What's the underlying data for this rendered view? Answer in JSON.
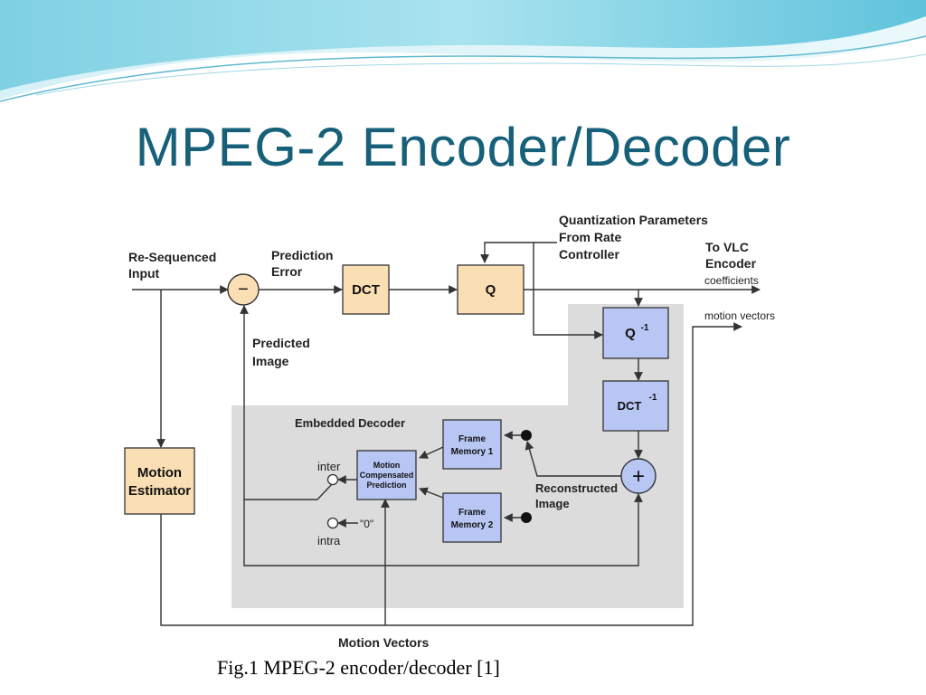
{
  "slide": {
    "title": "MPEG-2 Encoder/Decoder",
    "caption": "Fig.1 MPEG-2 encoder/decoder [1]"
  },
  "diagram": {
    "labels": {
      "re_sequenced_1": "Re-Sequenced",
      "re_sequenced_2": "Input",
      "prediction_error_1": "Prediction",
      "prediction_error_2": "Error",
      "quant_params_1": "Quantization Parameters",
      "quant_params_2": "From Rate",
      "quant_params_3": "Controller",
      "to_vlc_1": "To VLC",
      "to_vlc_2": "Encoder",
      "coefficients": "coefficients",
      "motion_vectors_out": "motion vectors",
      "predicted_image_1": "Predicted",
      "predicted_image_2": "Image",
      "embedded_decoder": "Embedded Decoder",
      "inter": "inter",
      "intra": "intra",
      "zero": "\"0\"",
      "reconstructed_1": "Reconstructed",
      "reconstructed_2": "Image",
      "motion_vectors_bottom": "Motion Vectors"
    },
    "blocks": {
      "dct": "DCT",
      "q": "Q",
      "q_inv": "Q",
      "q_inv_sup": "-1",
      "dct_inv": "DCT",
      "dct_inv_sup": "-1",
      "motion_estimator_1": "Motion",
      "motion_estimator_2": "Estimator",
      "frame_memory1_1": "Frame",
      "frame_memory1_2": "Memory 1",
      "frame_memory2_1": "Frame",
      "frame_memory2_2": "Memory 2",
      "mcp_1": "Motion",
      "mcp_2": "Compensated",
      "mcp_3": "Prediction"
    },
    "symbols": {
      "subtract": "−",
      "add": "+"
    },
    "colors": {
      "title": "#17607a",
      "orange_block": "#fbdfb4",
      "blue_block": "#b8c6f4",
      "decoder_bg": "#dcdcdc",
      "line": "#333333"
    }
  }
}
